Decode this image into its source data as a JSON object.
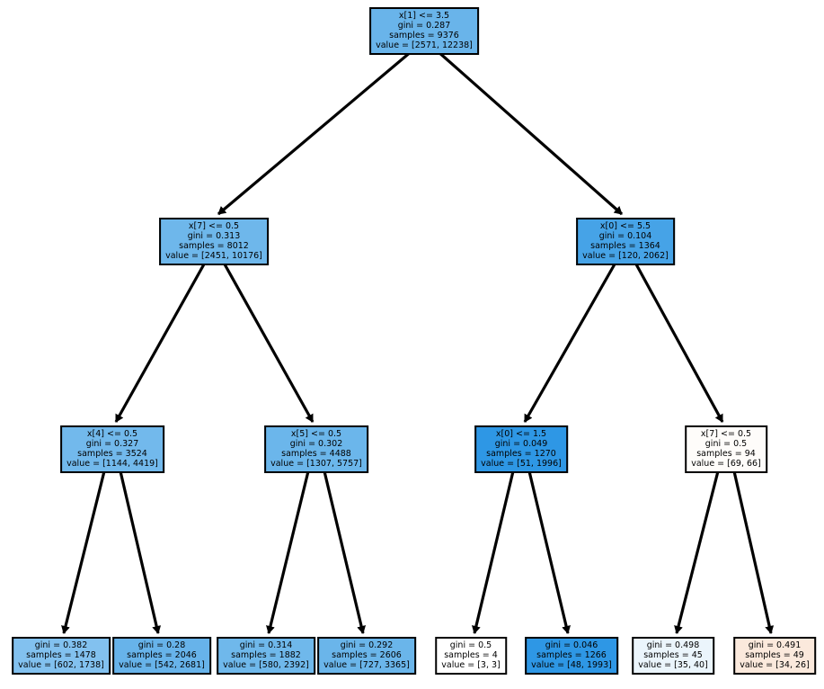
{
  "diagram": {
    "type": "decision-tree",
    "levels": 4,
    "node_count": 15,
    "leaf_count": 8
  },
  "colors": {
    "background": "#ffffff",
    "edge": "#000000",
    "border": "#000000",
    "text": "#000000"
  },
  "nodes": [
    {
      "id": "root",
      "condition": "x[1] <= 3.5",
      "gini": "gini = 0.287",
      "samples": "samples = 9376",
      "value": "value = [2571, 12238]",
      "fill": "#69b4ea"
    },
    {
      "id": "l2-left",
      "condition": "x[7] <= 0.5",
      "gini": "gini = 0.313",
      "samples": "samples = 8012",
      "value": "value = [2451, 10176]",
      "fill": "#6eb7eb"
    },
    {
      "id": "l2-right",
      "condition": "x[0] <= 5.5",
      "gini": "gini = 0.104",
      "samples": "samples = 1364",
      "value": "value = [120, 2062]",
      "fill": "#46a3e7"
    },
    {
      "id": "l3-1",
      "condition": "x[4] <= 0.5",
      "gini": "gini = 0.327",
      "samples": "samples = 3524",
      "value": "value = [1144, 4419]",
      "fill": "#72b9ec"
    },
    {
      "id": "l3-2",
      "condition": "x[5] <= 0.5",
      "gini": "gini = 0.302",
      "samples": "samples = 4488",
      "value": "value = [1307, 5757]",
      "fill": "#6bb6eb"
    },
    {
      "id": "l3-3",
      "condition": "x[0] <= 1.5",
      "gini": "gini = 0.049",
      "samples": "samples = 1270",
      "value": "value = [51, 1996]",
      "fill": "#2e97e5"
    },
    {
      "id": "l3-4",
      "condition": "x[7] <= 0.5",
      "gini": "gini = 0.5",
      "samples": "samples = 94",
      "value": "value = [69, 66]",
      "fill": "#fefcfa"
    },
    {
      "id": "leaf-1",
      "gini": "gini = 0.382",
      "samples": "samples = 1478",
      "value": "value = [602, 1738]",
      "fill": "#82c1ef"
    },
    {
      "id": "leaf-2",
      "gini": "gini = 0.28",
      "samples": "samples = 2046",
      "value": "value = [542, 2681]",
      "fill": "#67b3ea"
    },
    {
      "id": "leaf-3",
      "gini": "gini = 0.314",
      "samples": "samples = 1882",
      "value": "value = [580, 2392]",
      "fill": "#6fb8eb"
    },
    {
      "id": "leaf-4",
      "gini": "gini = 0.292",
      "samples": "samples = 2606",
      "value": "value = [727, 3365]",
      "fill": "#6ab5ea"
    },
    {
      "id": "leaf-5",
      "gini": "gini = 0.5",
      "samples": "samples = 4",
      "value": "value = [3, 3]",
      "fill": "#ffffff"
    },
    {
      "id": "leaf-6",
      "gini": "gini = 0.046",
      "samples": "samples = 1266",
      "value": "value = [48, 1993]",
      "fill": "#2e97e5"
    },
    {
      "id": "leaf-7",
      "gini": "gini = 0.498",
      "samples": "samples = 45",
      "value": "value = [35, 40]",
      "fill": "#ebf5fc"
    },
    {
      "id": "leaf-8",
      "gini": "gini = 0.491",
      "samples": "samples = 49",
      "value": "value = [34, 26]",
      "fill": "#fbe9dc"
    }
  ]
}
